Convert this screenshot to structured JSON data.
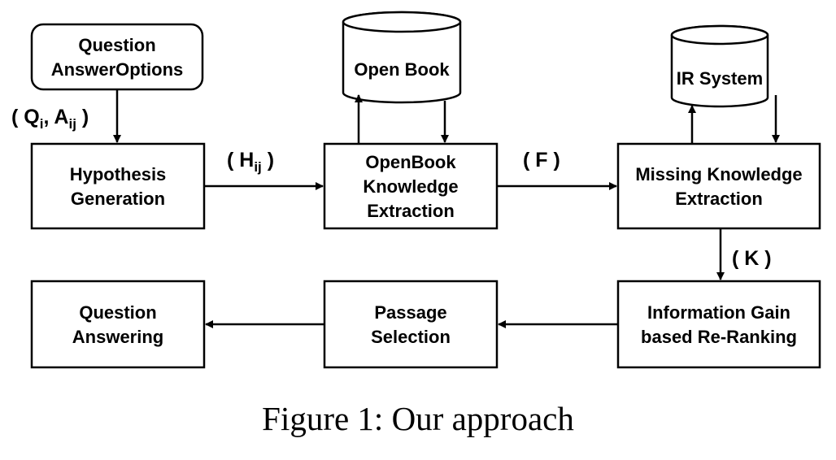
{
  "nodes": {
    "question_input": {
      "line1": "Question",
      "line2": "AnswerOptions"
    },
    "open_book": {
      "label": "Open Book"
    },
    "ir_system": {
      "label": "IR System"
    },
    "hypothesis_generation": {
      "line1": "Hypothesis",
      "line2": "Generation"
    },
    "openbook_extraction": {
      "line1": "OpenBook",
      "line2": "Knowledge",
      "line3": "Extraction"
    },
    "missing_extraction": {
      "line1": "Missing Knowledge",
      "line2": "Extraction"
    },
    "question_answering": {
      "line1": "Question",
      "line2": "Answering"
    },
    "passage_selection": {
      "line1": "Passage",
      "line2": "Selection"
    },
    "reranking": {
      "line1": "Information Gain",
      "line2": "based Re-Ranking"
    }
  },
  "edge_labels": {
    "qa_input": {
      "open": "( Q",
      "q_sub": "i",
      "mid": ", A",
      "a_sub": "ij",
      "close": " )"
    },
    "hypothesis": {
      "open": "( H",
      "sub": "ij",
      "close": " )"
    },
    "facts": {
      "text": "( F )"
    },
    "knowledge": {
      "text": "( K )"
    }
  },
  "caption": "Figure 1: Our approach"
}
